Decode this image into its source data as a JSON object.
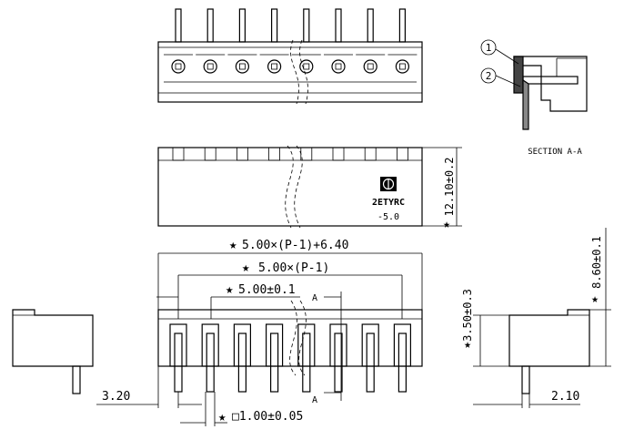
{
  "drawing": {
    "section_label": "SECTION A-A",
    "callouts": [
      "1",
      "2"
    ],
    "brand_mark": "2ETYRC",
    "pitch_mark": "-5.0",
    "section_marker": "A",
    "star": "★",
    "pin_count": 8,
    "dims": {
      "height": "12.10±0.2",
      "overall_length": "5.00×(P-1)+6.40",
      "pin_span": "5.00×(P-1)",
      "pitch": "5.00±0.1",
      "pin_size": "□1.00±0.05",
      "left_offset": "3.20",
      "right_offset": "2.10",
      "pin_height": "3.50±0.3",
      "body_height": "8.60±0.1"
    }
  }
}
